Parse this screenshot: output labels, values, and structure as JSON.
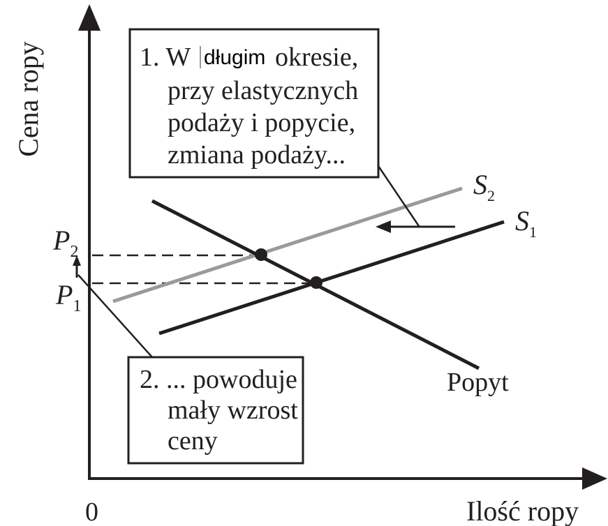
{
  "axes": {
    "y_label": "Cena ropy",
    "x_label": "Ilość ropy",
    "origin": "0"
  },
  "price_labels": {
    "p2_letter": "P",
    "p2_sub": "2",
    "p1_letter": "P",
    "p1_sub": "1"
  },
  "curves": {
    "s2_letter": "S",
    "s2_sub": "2",
    "s1_letter": "S",
    "s1_sub": "1",
    "demand": "Popyt"
  },
  "box1": {
    "line1_a": "1. W",
    "line1_b": "długim",
    "line1_c": "okresie,",
    "line2": "przy elastycznych",
    "line3": "podaży i popycie,",
    "line4": "zmiana podaży..."
  },
  "box2": {
    "line1": "2. ... powoduje",
    "line2": "mały wzrost",
    "line3": "ceny"
  },
  "colors": {
    "ink": "#231f20",
    "s2_line": "#9a9a9a"
  }
}
